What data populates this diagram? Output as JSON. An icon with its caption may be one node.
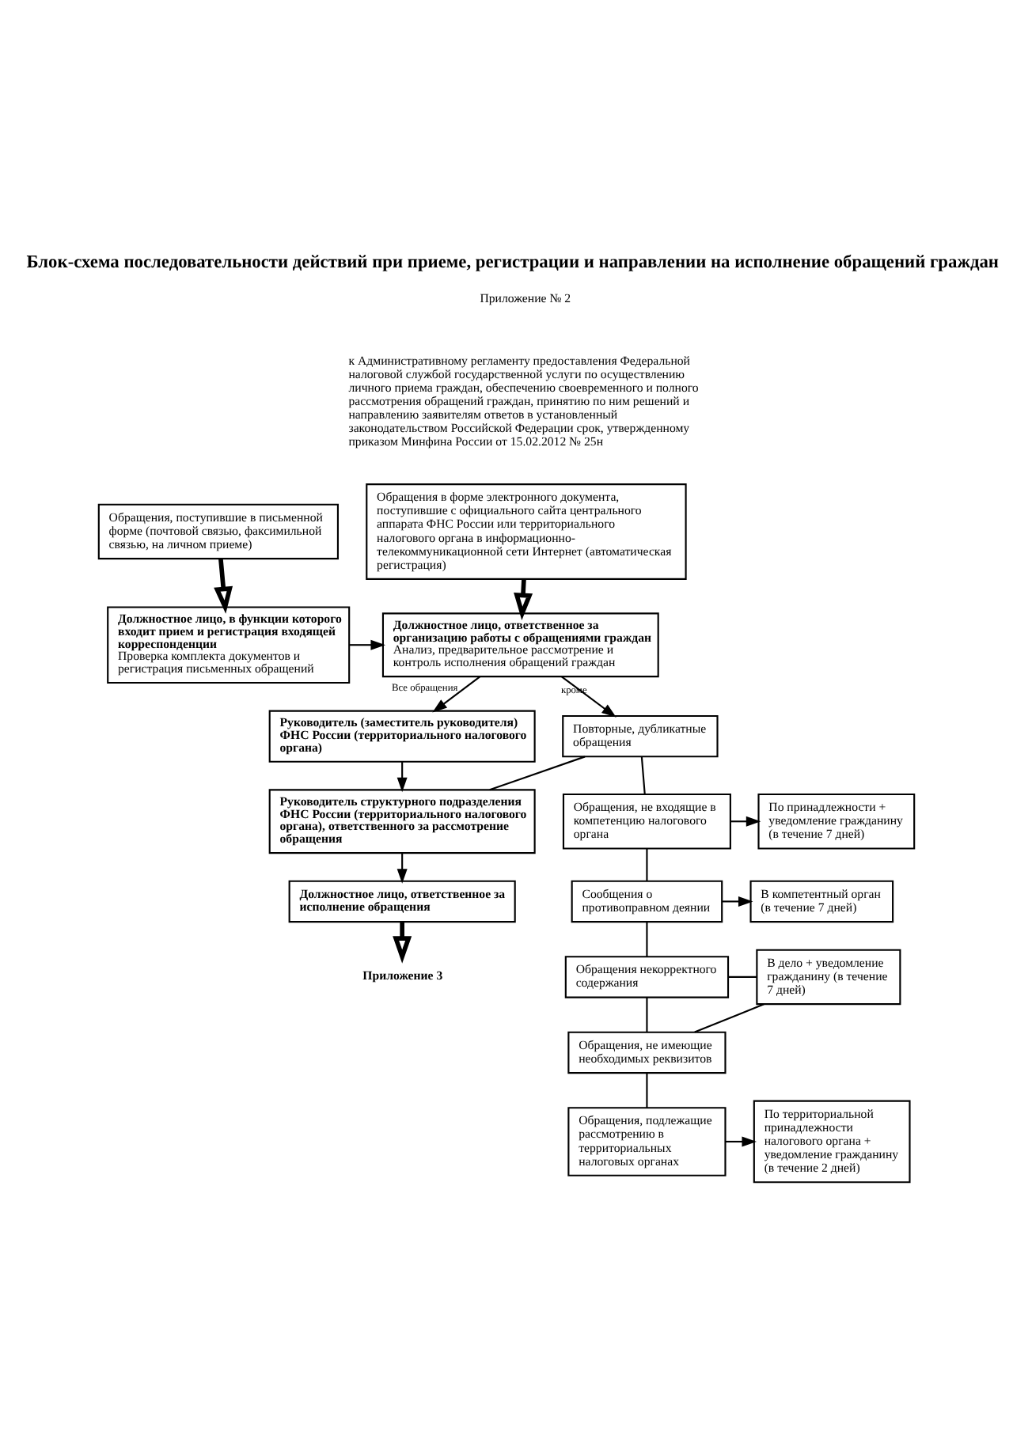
{
  "diagram": {
    "title": "Блок-схема последовательности действий при приеме, регистрации и направлении на исполнение обращений граждан",
    "nodes": [
      {
        "text": [
          "Обращения, поступившие в письменной форме (почтовой связью, факсимильной связью, на личном приеме)"
        ]
      },
      {
        "text": [
          "Обращения в форме электронного документа, поступившие с официального сайта центрального аппарата ФНС России или территориального налогового органа в информационно-телекоммуникационной сети Интернет (автоматическая регистрация)"
        ]
      },
      {
        "text": [
          "Должностное лицо, в функции которого входит прием и регистрация входящей корреспонденции",
          "Проверка комплекта документов и регистрация письменных обращений"
        ]
      },
      {
        "text": [
          "Должностное лицо, ответственное за организацию работы с обращениями граждан",
          "Анализ, предварительное рассмотрение и контроль исполнения обращений граждан"
        ]
      },
      {
        "text": [
          "Руководитель (заместитель руководителя) ФНС России (территориального налогового органа)"
        ]
      },
      {
        "text": [
          "Руководитель структурного подразделения ФНС России (территориального налогового органа), ответственного за рассмотрение обращения"
        ]
      },
      {
        "text": [
          "Должностное лицо, ответственное за исполнение обращения"
        ]
      },
      {
        "text": [
          "Приложение 3"
        ]
      },
      {
        "text": [
          "Повторные, дубликатные обращения"
        ]
      },
      {
        "text": [
          "Обращения, не входящие в компетенцию налогового органа"
        ]
      },
      {
        "text": [
          "По принадлежности + уведомление гражданину (в течение 7 дней)"
        ]
      },
      {
        "text": [
          "Сообщения о противоправном деянии"
        ]
      },
      {
        "text": [
          "В компетентный орган (в течение 7 дней)"
        ]
      },
      {
        "text": [
          "Обращения некорректного содержания"
        ]
      },
      {
        "text": [
          "В дело + уведомление гражданину (в течение 7 дней)"
        ]
      },
      {
        "text": [
          "Обращения, не имеющие необходимых реквизитов"
        ]
      },
      {
        "text": [
          "Обращения, подлежащие рассмотрению в территориальных налоговых органах"
        ]
      },
      {
        "text": [
          "По территориальной принадлежности налогового органа + уведомление гражданину (в течение 2 дней)"
        ]
      }
    ],
    "edges": [
      {
        "from": 0,
        "to": 2,
        "arrow": "to",
        "style": "thick"
      },
      {
        "from": 1,
        "to": 3,
        "arrow": "to",
        "style": "thick"
      },
      {
        "from": 2,
        "to": 3,
        "arrow": "to"
      },
      {
        "from": 3,
        "to": 4,
        "arrow": "to",
        "label": "Все обращения"
      },
      {
        "from": 3,
        "to": 8,
        "arrow": "to",
        "label": "кроме"
      },
      {
        "from": 4,
        "to": 5,
        "arrow": "to"
      },
      {
        "from": 8,
        "to": 5,
        "arrow": "none"
      },
      {
        "from": 5,
        "to": 6,
        "arrow": "to"
      },
      {
        "from": 6,
        "to": 7,
        "arrow": "to",
        "style": "thick"
      },
      {
        "from": 8,
        "to": 9,
        "arrow": "none"
      },
      {
        "from": 9,
        "to": 10,
        "arrow": "to"
      },
      {
        "from": 9,
        "to": 11,
        "arrow": "none"
      },
      {
        "from": 11,
        "to": 12,
        "arrow": "to"
      },
      {
        "from": 11,
        "to": 13,
        "arrow": "none"
      },
      {
        "from": 13,
        "to": 14,
        "arrow": "none"
      },
      {
        "from": 13,
        "to": 15,
        "arrow": "none"
      },
      {
        "from": 15,
        "to": 14,
        "arrow": "none"
      },
      {
        "from": 15,
        "to": 16,
        "arrow": "none"
      },
      {
        "from": 16,
        "to": 17,
        "arrow": "to"
      }
    ],
    "labels": [
      "Приложение № 2",
      "к Административному регламенту предоставления Федеральной налоговой службой государственной услуги по осуществлению личного приема граждан, обеспечению своевременного и полного рассмотрения обращений граждан, принятию по ним решений и направлению заявителям ответов в установленный законодательством Российской Федерации срок, утвержденному приказом Минфина России от 15.02.2012 № 25н"
    ]
  }
}
